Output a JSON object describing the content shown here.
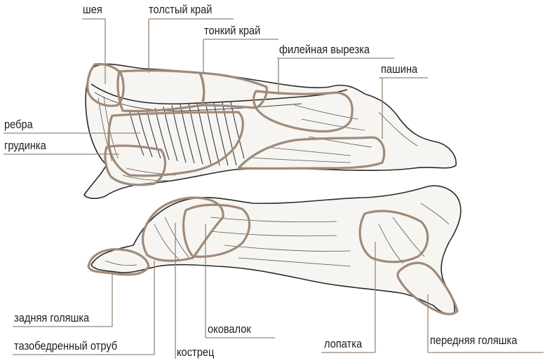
{
  "colors": {
    "outline": "#a08a78",
    "leader": "#9a8574",
    "ink": "#1e1e1e",
    "background": "#ffffff"
  },
  "labels": {
    "neck": "шея",
    "thick_edge": "толстый край",
    "thin_edge": "тонкий край",
    "tenderloin": "филейная вырезка",
    "flank": "пашина",
    "ribs": "ребра",
    "brisket": "грудинка",
    "hind_shank": "задняя голяшка",
    "hip_cut": "тазобедренный отруб",
    "rump": "кострец",
    "round": "оковалок",
    "shoulder": "лопатка",
    "fore_shank": "передняя голяшка"
  }
}
